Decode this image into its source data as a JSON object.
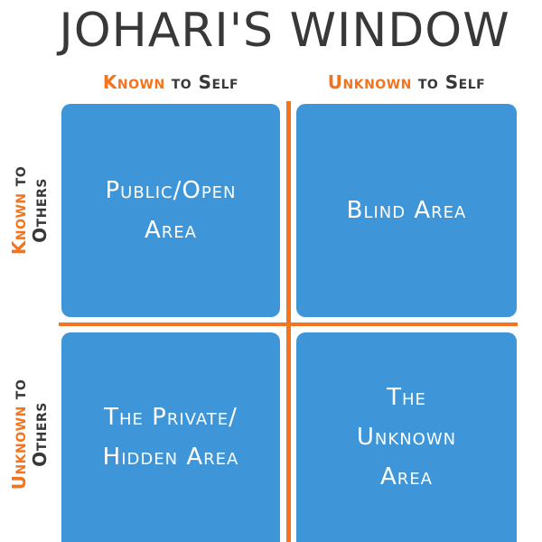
{
  "title": "JOHARI'S WINDOW",
  "colors": {
    "quadrant_blue": "#3E96D8",
    "accent_orange": "#F4731D",
    "heading_dark": "#383838",
    "quadrant_text": "#FFFFFF",
    "background": "#FFFFFF"
  },
  "column_headers": [
    {
      "emphasis": "Known",
      "rest": "to Self"
    },
    {
      "emphasis": "Unknown",
      "rest": "to Self"
    }
  ],
  "row_headers": [
    {
      "emphasis": "Known",
      "rest": "to",
      "line2": "Others"
    },
    {
      "emphasis": "Unknown",
      "rest": "to",
      "line2": "Others"
    }
  ],
  "quadrants": {
    "top_left": {
      "line1": "Public/Open",
      "line2": "Area"
    },
    "top_right": {
      "line1": "Blind Area"
    },
    "bottom_left": {
      "line1": "The Private/",
      "line2": "Hidden Area"
    },
    "bottom_right": {
      "line1": "The",
      "line2": "Unknown",
      "line3": "Area"
    }
  }
}
